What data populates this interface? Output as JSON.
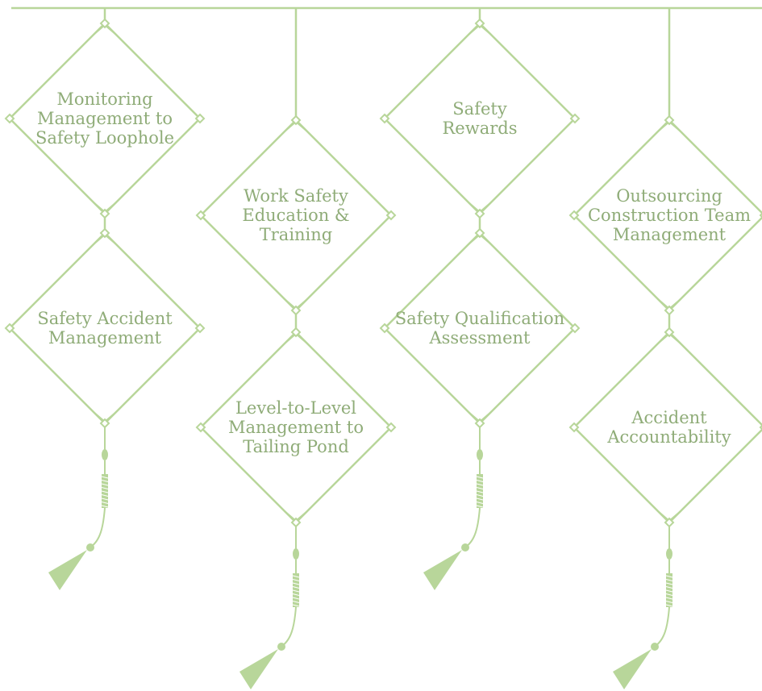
{
  "colors": {
    "line": "#b8d69a",
    "text": "#8fac78",
    "tassel": "#b8d69a",
    "background": "#ffffff"
  },
  "columns": [
    {
      "id": "col-1",
      "nodes": [
        {
          "id": "monitoring-management",
          "lines": [
            "Monitoring",
            "Management to",
            "Safety Loophole"
          ]
        },
        {
          "id": "safety-accident-management",
          "lines": [
            "Safety Accident",
            "Management"
          ]
        }
      ]
    },
    {
      "id": "col-2",
      "nodes": [
        {
          "id": "work-safety-education",
          "lines": [
            "Work Safety",
            "Education &",
            "Training"
          ]
        },
        {
          "id": "level-to-level-management",
          "lines": [
            "Level-to-Level",
            "Management to",
            "Tailing Pond"
          ]
        }
      ]
    },
    {
      "id": "col-3",
      "nodes": [
        {
          "id": "safety-rewards",
          "lines": [
            "Safety",
            "Rewards"
          ]
        },
        {
          "id": "safety-qualification",
          "lines": [
            "Safety Qualification",
            "Assessment"
          ]
        }
      ]
    },
    {
      "id": "col-4",
      "nodes": [
        {
          "id": "outsourcing-management",
          "lines": [
            "Outsourcing",
            "Construction Team",
            "Management"
          ]
        },
        {
          "id": "accident-accountability",
          "lines": [
            "Accident",
            "Accountability"
          ]
        }
      ]
    }
  ]
}
